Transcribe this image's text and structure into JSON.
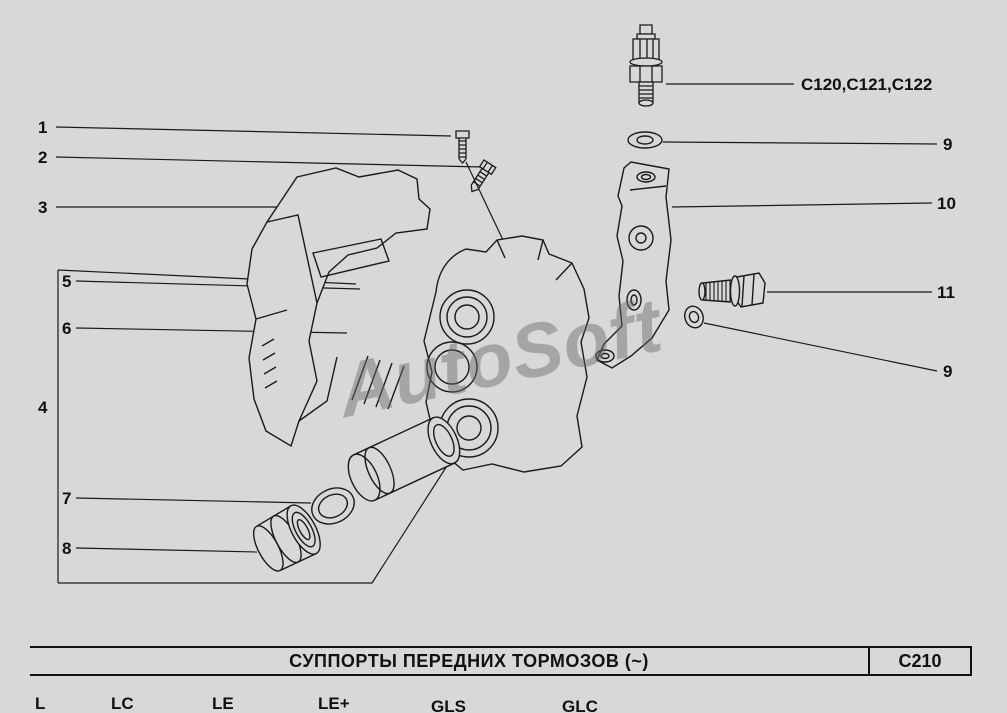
{
  "watermark_text": "AutoSoft",
  "diagram": {
    "ref_code": "C120,C121,C122",
    "callouts_left": [
      {
        "label": "1"
      },
      {
        "label": "2"
      },
      {
        "label": "3"
      },
      {
        "label": "5"
      },
      {
        "label": "6"
      },
      {
        "label": "4"
      },
      {
        "label": "7"
      },
      {
        "label": "8"
      }
    ],
    "callouts_right": [
      {
        "label": "9"
      },
      {
        "label": "10"
      },
      {
        "label": "11"
      },
      {
        "label": "9"
      }
    ]
  },
  "footer": {
    "title": "СУППОРТЫ ПЕРЕДНИХ ТОРМОЗОВ (~)",
    "code": "C210",
    "variants": [
      "L",
      "LC",
      "LE",
      "LE+",
      "GLS",
      "GLC"
    ]
  }
}
